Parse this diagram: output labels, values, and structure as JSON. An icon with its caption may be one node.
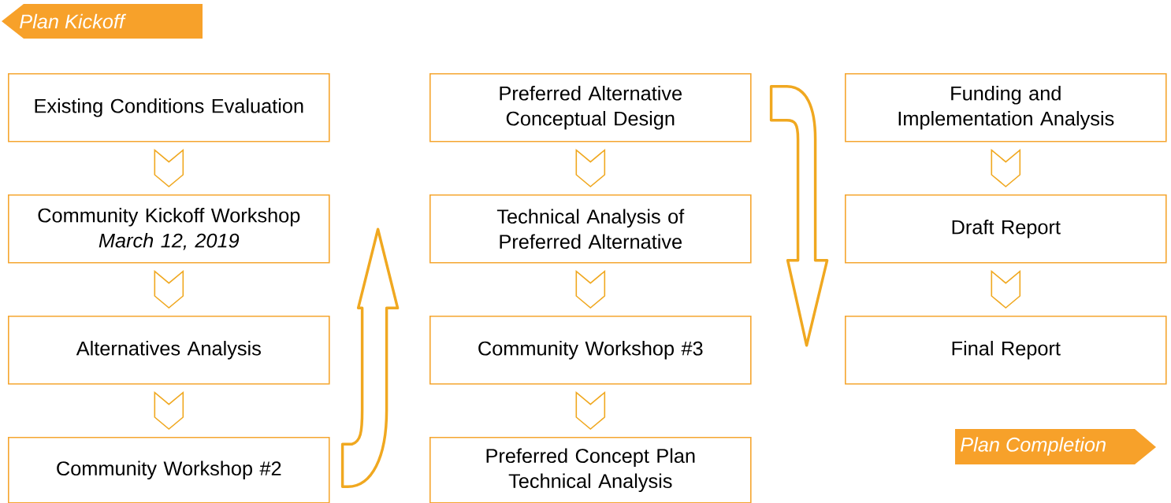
{
  "diagram": {
    "nodes": [
      {
        "text": [
          "Plan Kickoff"
        ]
      },
      {
        "text": [
          "Existing Conditions Evaluation"
        ]
      },
      {
        "text": [
          "Community Kickoff Workshop",
          "March 12, 2019"
        ]
      },
      {
        "text": [
          "Alternatives Analysis"
        ]
      },
      {
        "text": [
          "Community Workshop #2"
        ]
      },
      {
        "text": [
          "Preferred Alternative Conceptual Design"
        ]
      },
      {
        "text": [
          "Technical Analysis of Preferred Alternative"
        ]
      },
      {
        "text": [
          "Community Workshop #3"
        ]
      },
      {
        "text": [
          "Preferred Concept Plan Technical Analysis"
        ]
      },
      {
        "text": [
          "Funding and Implementation Analysis"
        ]
      },
      {
        "text": [
          "Draft Report"
        ]
      },
      {
        "text": [
          "Final Report"
        ]
      },
      {
        "text": [
          "Plan Completion"
        ]
      }
    ],
    "edges": [
      {
        "from": 1,
        "to": 2,
        "arrow": "to"
      },
      {
        "from": 2,
        "to": 3,
        "arrow": "to"
      },
      {
        "from": 3,
        "to": 4,
        "arrow": "to"
      },
      {
        "from": 4,
        "to": null,
        "arrow": "to",
        "style": "thick"
      },
      {
        "from": 5,
        "to": 6,
        "arrow": "to"
      },
      {
        "from": 6,
        "to": 7,
        "arrow": "to"
      },
      {
        "from": 7,
        "to": 8,
        "arrow": "to"
      },
      {
        "from": 5,
        "to": null,
        "arrow": "to",
        "style": "thick"
      },
      {
        "from": 9,
        "to": 10,
        "arrow": "to"
      },
      {
        "from": 10,
        "to": 11,
        "arrow": "to"
      }
    ]
  }
}
